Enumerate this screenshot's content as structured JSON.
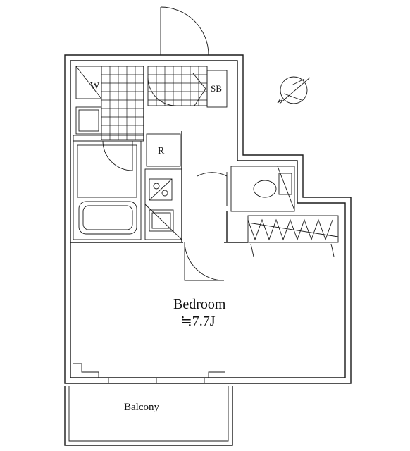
{
  "labels": {
    "washer": "W",
    "shoe_box": "SB",
    "refrigerator": "R",
    "bedroom_name": "Bedroom",
    "bedroom_size": "≒7.7J",
    "balcony": "Balcony"
  }
}
